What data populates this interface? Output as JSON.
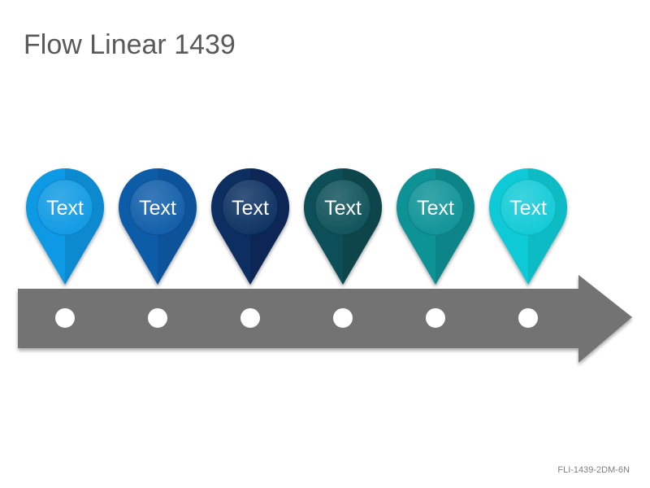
{
  "slide": {
    "title": "Flow Linear 1439",
    "code": "FLI-1439-2DM-6N"
  },
  "arrow": {
    "color": "#737373",
    "dot_color": "#ffffff"
  },
  "pins": [
    {
      "label": "Text",
      "color": "#0d99e3",
      "dark": "#0a7bc0"
    },
    {
      "label": "Text",
      "color": "#0e5ca8",
      "dark": "#0a4a8c"
    },
    {
      "label": "Text",
      "color": "#0a2f60",
      "dark": "#06234a"
    },
    {
      "label": "Text",
      "color": "#0c5058",
      "dark": "#073d44"
    },
    {
      "label": "Text",
      "color": "#0c9296",
      "dark": "#087a7e"
    },
    {
      "label": "Text",
      "color": "#10cad6",
      "dark": "#0aaeb8"
    }
  ]
}
